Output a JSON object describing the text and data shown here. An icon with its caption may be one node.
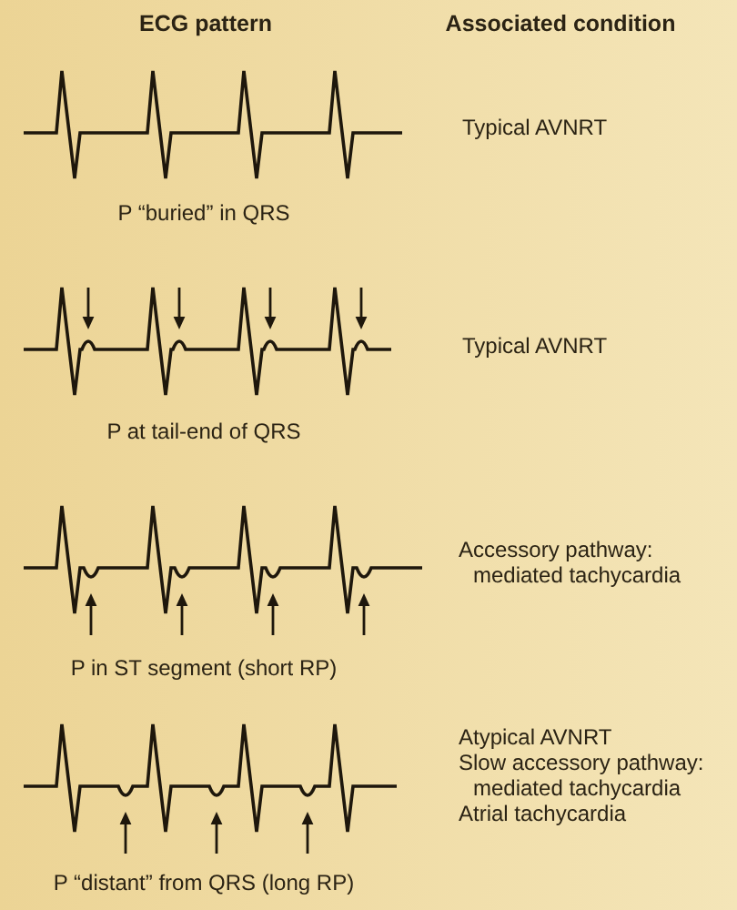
{
  "diagram": {
    "labels": [
      "ECG pattern",
      "Associated condition",
      "Typical AVNRT",
      "P “buried” in QRS",
      "Typical AVNRT",
      "P at tail-end of QRS",
      "Accessory pathway: mediated tachycardia",
      "P in ST segment (short RP)",
      "Atypical AVNRT",
      "Slow accessory pathway: mediated tachycardia",
      "Atrial tachycardia",
      "P “distant” from QRS (long RP)"
    ]
  }
}
